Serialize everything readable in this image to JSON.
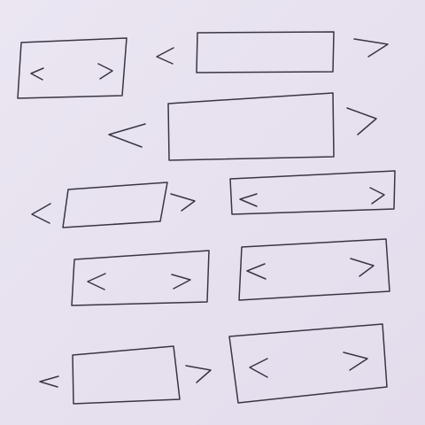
{
  "paper_color": "#e8e2f0",
  "ink_color": "#3a3542",
  "sketch": {
    "carousels": [
      {
        "id": "carousel-1",
        "arrows_inside": true,
        "left_arrow": "<",
        "right_arrow": ">"
      },
      {
        "id": "carousel-2",
        "arrows_inside": false,
        "left_arrow": "<",
        "right_arrow": ">"
      },
      {
        "id": "carousel-3",
        "arrows_inside": false,
        "left_arrow": "<",
        "right_arrow": ">"
      },
      {
        "id": "carousel-4",
        "arrows_inside": false,
        "left_arrow": "<",
        "right_arrow": ">"
      },
      {
        "id": "carousel-5",
        "arrows_inside": true,
        "left_arrow": "<",
        "right_arrow": ">"
      },
      {
        "id": "carousel-6",
        "arrows_inside": true,
        "left_arrow": "<",
        "right_arrow": ">"
      },
      {
        "id": "carousel-7",
        "arrows_inside": true,
        "left_arrow": "<",
        "right_arrow": ">"
      },
      {
        "id": "carousel-8",
        "arrows_inside": false,
        "left_arrow": "<",
        "right_arrow": ">"
      },
      {
        "id": "carousel-9",
        "arrows_inside": true,
        "left_arrow": "<",
        "right_arrow": ">"
      }
    ]
  }
}
